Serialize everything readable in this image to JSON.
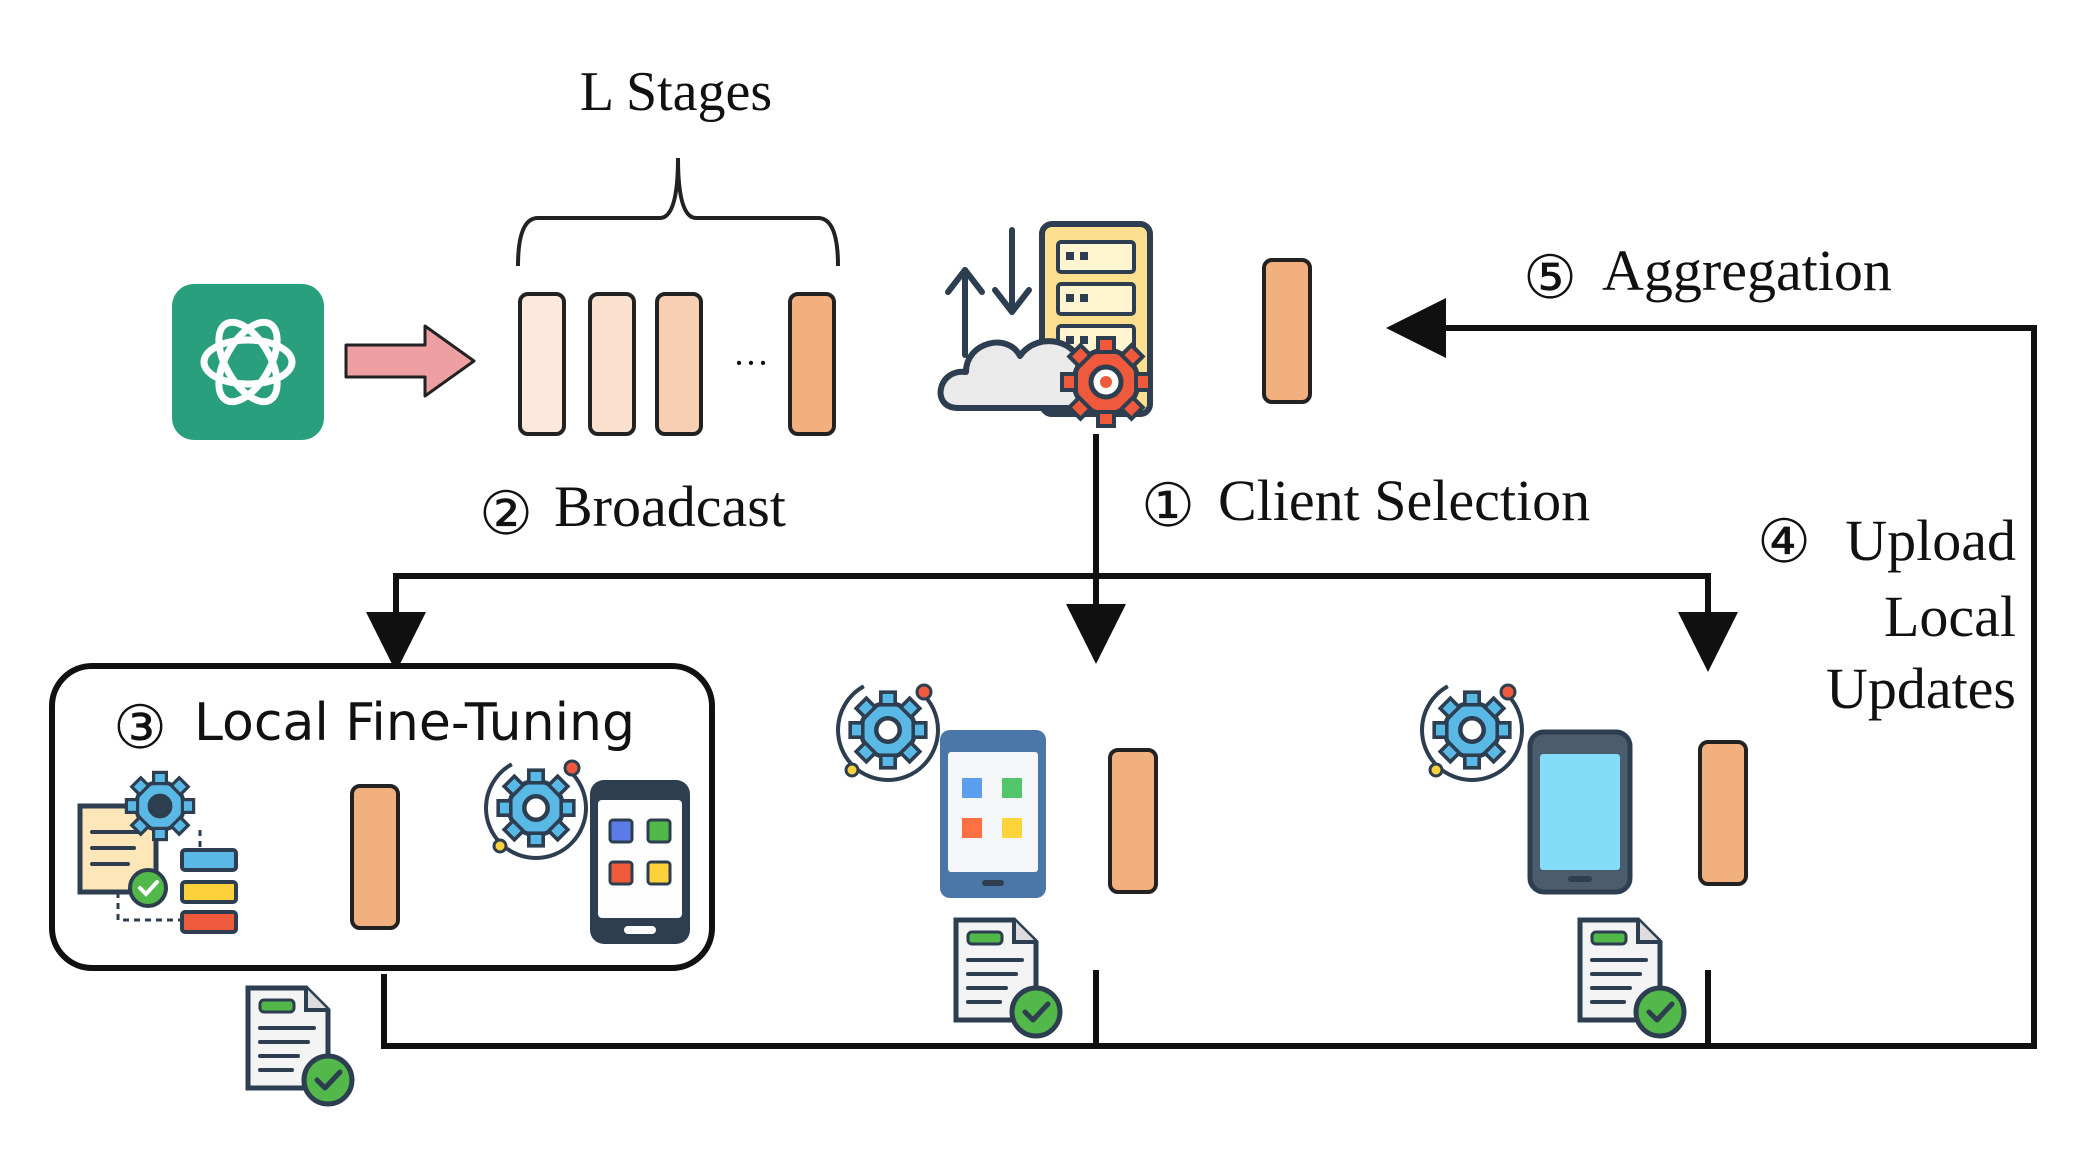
{
  "labels": {
    "stages": "L Stages",
    "broadcast_num": "②",
    "broadcast": "Broadcast",
    "client_num": "①",
    "client": "Client Selection",
    "aggregation_num": "⑤",
    "aggregation": "Aggregation",
    "upload_num": "④",
    "upload_line1": "Upload",
    "upload_line2": "Local",
    "upload_line3": "Updates",
    "finetune_num": "③",
    "finetune": "Local Fine-Tuning",
    "ellipsis": "···"
  },
  "icons": {
    "openai": "openai-logo-icon",
    "server": "cloud-server-icon",
    "phone": "smartphone-icon",
    "gear": "gear-icon",
    "document": "document-check-icon",
    "workflow": "workflow-icon"
  },
  "colors": {
    "openai_green": "#2a9f7d",
    "arrow_pink": "#ee9fa2",
    "stage_fill": [
      "#fde8dc",
      "#fbe0cd",
      "#f7cfb3",
      "#f2b07f"
    ],
    "block_fill": "#f2b07f",
    "line": "#111111"
  }
}
